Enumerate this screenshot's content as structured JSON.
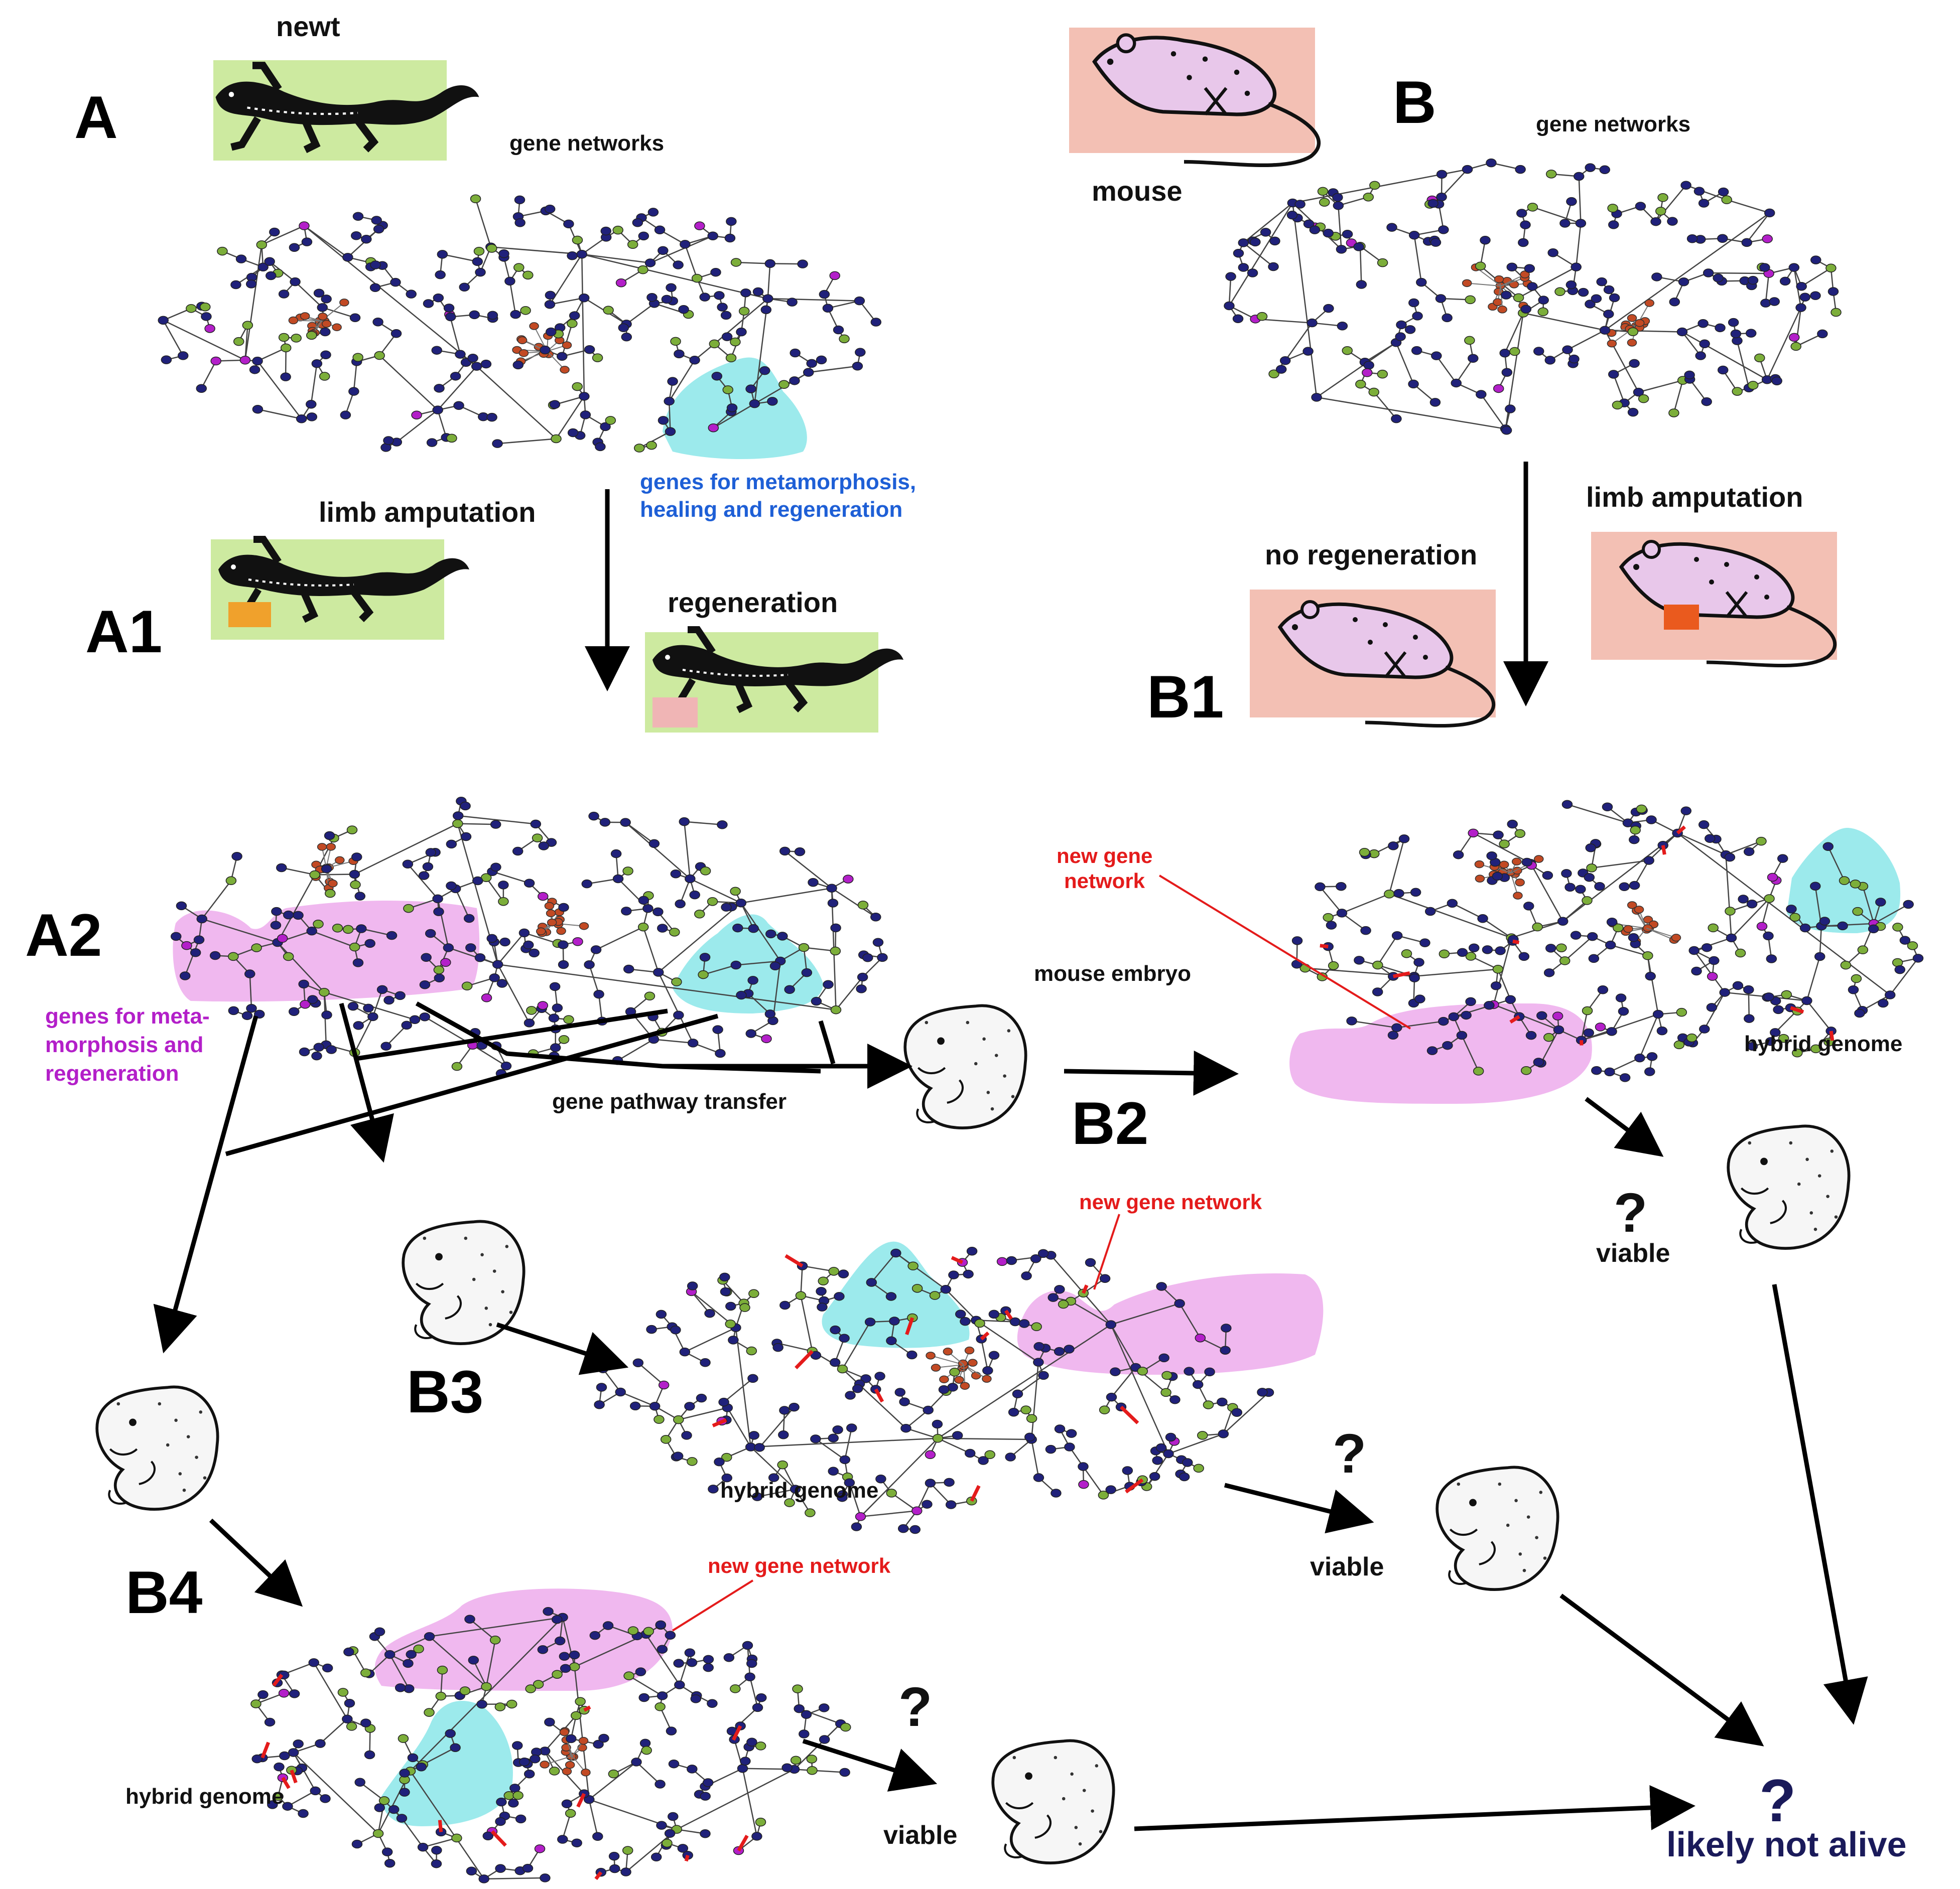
{
  "panels": {
    "A": "A",
    "A1": "A1",
    "A2": "A2",
    "B": "B",
    "B1": "B1",
    "B2": "B2",
    "B3": "B3",
    "B4": "B4"
  },
  "labels": {
    "newt": "newt",
    "mouse": "mouse",
    "gene_networks_a": "gene networks",
    "gene_networks_b": "gene networks",
    "limb_amputation_a": "limb amputation",
    "limb_amputation_b": "limb amputation",
    "regeneration": "regeneration",
    "no_regeneration": "no regeneration",
    "genes_metamorphosis_line1": "genes for metamorphosis,",
    "genes_metamorphosis_line2": "healing and regeneration",
    "genes_meta_line1": "genes for meta-",
    "genes_meta_line2": "morphosis and",
    "genes_meta_line3": "regeneration",
    "mouse_embryo": "mouse embryo",
    "gene_pathway_transfer": "gene pathway transfer",
    "new_gene_network_b2_line1": "new gene",
    "new_gene_network_b2_line2": "network",
    "new_gene_network_b3": "new gene network",
    "new_gene_network_b4": "new gene network",
    "hybrid_genome_b2": "hybrid genome",
    "hybrid_genome_b3": "hybrid genome",
    "hybrid_genome_b4": "hybrid genome",
    "q_b2": "?",
    "viable_b2": "viable",
    "q_b3": "?",
    "viable_b3": "viable",
    "q_b4": "?",
    "viable_b4": "viable",
    "q_final": "?",
    "likely_not_alive": "likely not alive"
  },
  "colors": {
    "newt_bg": "#cdeaa0",
    "mouse_bg": "#f3c0b4",
    "mouse_body": "#e8c7ea",
    "gene_node": "#20217a",
    "gene_node_alt": "#7cae3a",
    "gene_hub": "#c24a24",
    "gene_marker": "#b31fc9",
    "cyan_region": "#9ceaec",
    "pink_region": "#f0b8ef",
    "amputation_orange": "#f0a12c",
    "amputation_red": "#ea5a1e",
    "new_link": "#e41b1b"
  }
}
